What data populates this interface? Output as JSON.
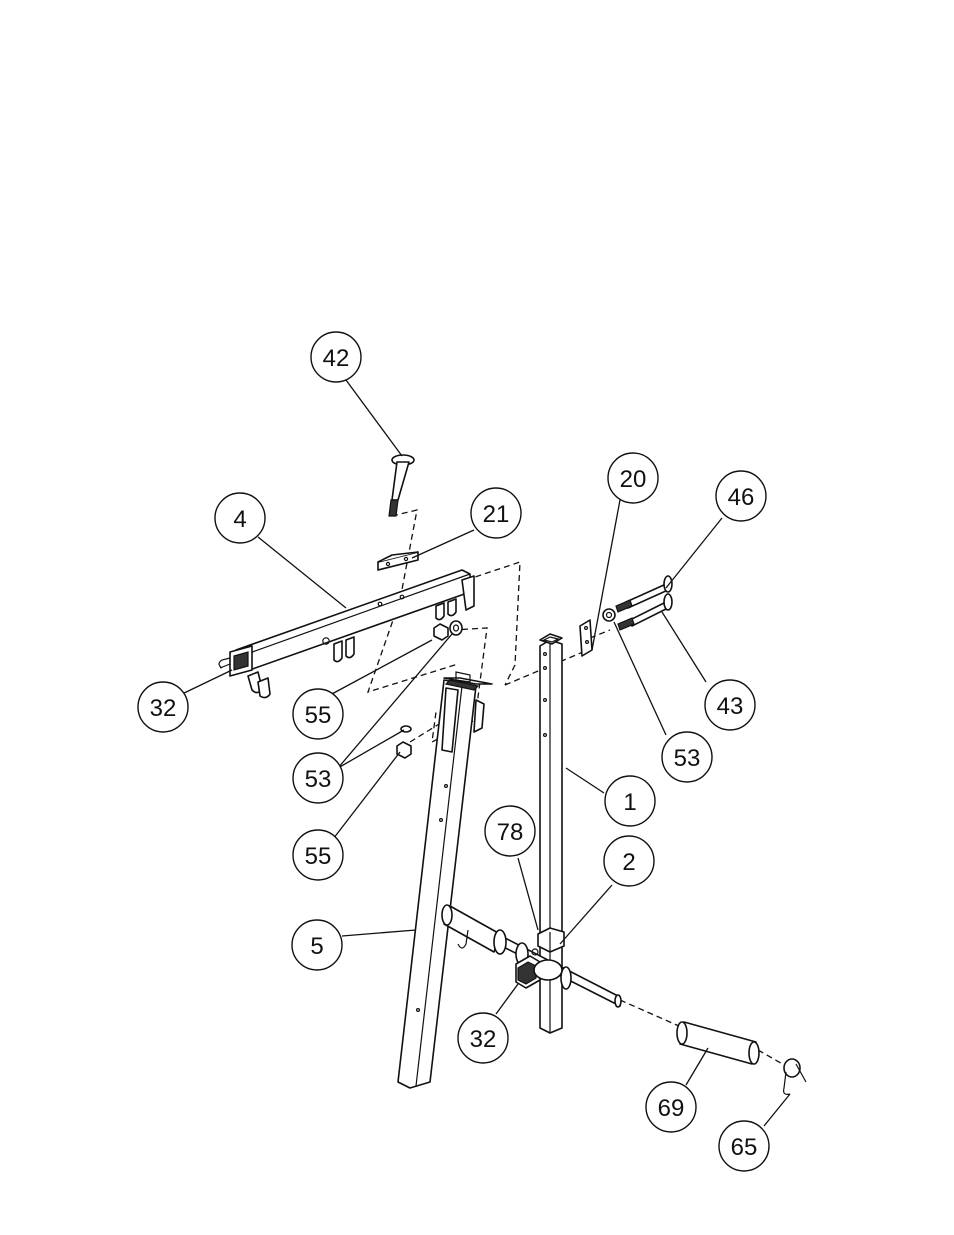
{
  "callouts": [
    {
      "id": "c42",
      "label": "42"
    },
    {
      "id": "c4",
      "label": "4"
    },
    {
      "id": "c21",
      "label": "21"
    },
    {
      "id": "c20",
      "label": "20"
    },
    {
      "id": "c46",
      "label": "46"
    },
    {
      "id": "c32a",
      "label": "32"
    },
    {
      "id": "c55a",
      "label": "55"
    },
    {
      "id": "c43",
      "label": "43"
    },
    {
      "id": "c53a",
      "label": "53"
    },
    {
      "id": "c53b",
      "label": "53"
    },
    {
      "id": "c1",
      "label": "1"
    },
    {
      "id": "c78",
      "label": "78"
    },
    {
      "id": "c2",
      "label": "2"
    },
    {
      "id": "c55b",
      "label": "55"
    },
    {
      "id": "c5",
      "label": "5"
    },
    {
      "id": "c32b",
      "label": "32"
    },
    {
      "id": "c69",
      "label": "69"
    },
    {
      "id": "c65",
      "label": "65"
    }
  ]
}
